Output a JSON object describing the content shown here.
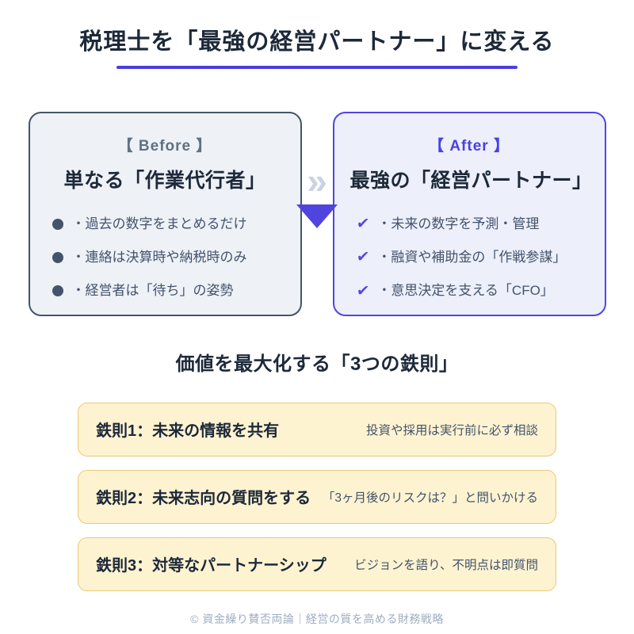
{
  "header": {
    "title": "税理士を「最強の経営パートナー」に変える"
  },
  "before_card": {
    "label": "【 Before 】",
    "heading": "単なる「作業代行者」",
    "items": [
      "・過去の数字をまとめるだけ",
      "・連絡は決算時や納税時のみ",
      "・経営者は「待ち」の姿勢"
    ]
  },
  "after_card": {
    "label": "【 After 】",
    "heading": "最強の「経営パートナー」",
    "items": [
      "・未来の数字を予測・管理",
      "・融資や補助金の「作戦参謀」",
      "・意思決定を支える「CFO」"
    ]
  },
  "icons": {
    "chevron_double_right": "»",
    "check": "✔"
  },
  "section": {
    "title": "価値を最大化する「3つの鉄則」"
  },
  "rules": [
    {
      "title": "鉄則1：未来の情報を共有",
      "desc": "投資や採用は実行前に必ず相談"
    },
    {
      "title": "鉄則2：未来志向の質問をする",
      "desc": "「3ヶ月後のリスクは？」と問いかける"
    },
    {
      "title": "鉄則3：対等なパートナーシップ",
      "desc": "ビジョンを語り、不明点は即質問"
    }
  ],
  "footer": {
    "text": "© 資金繰り賛否両論｜経営の質を高める財務戦略"
  },
  "colors": {
    "accent_indigo": "#4b40e0",
    "dark_navy": "#1d2939",
    "slate_label": "#5f7183",
    "list_text": "#43536b",
    "before_bg": "#eef1f6",
    "before_border": "#44546a",
    "after_bg": "#edeffa",
    "after_border": "#5145e1",
    "rule_bg": "#fdf3d1",
    "rule_border": "#e9c979",
    "chevron_gray": "#c9d3e2",
    "footer_gray": "#9fadc0"
  }
}
